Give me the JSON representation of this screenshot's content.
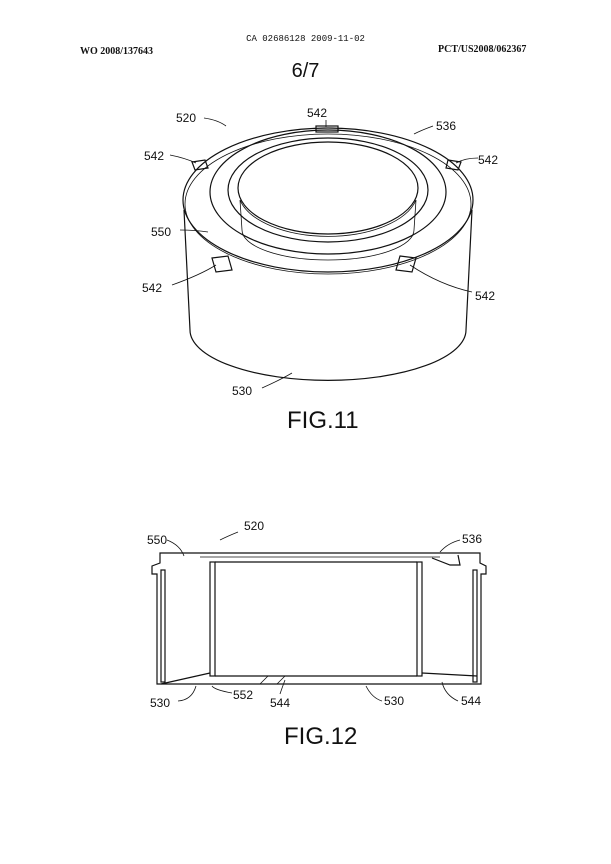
{
  "header": {
    "ca_number": "CA 02686128 2009-11-02",
    "wo_number": "WO 2008/137643",
    "pct_number": "PCT/US2008/062367",
    "sheet": "6/7"
  },
  "fig11": {
    "title": "FIG.11",
    "labels": {
      "l520": "520",
      "l536": "536",
      "l542_top": "542",
      "l542_left": "542",
      "l542_right": "542",
      "l550": "550",
      "l542_bl": "542",
      "l542_br": "542",
      "l530": "530"
    }
  },
  "fig12": {
    "title": "FIG.12",
    "labels": {
      "l520": "520",
      "l550": "550",
      "l536": "536",
      "l530_left": "530",
      "l552": "552",
      "l544_mid": "544",
      "l530_mid": "530",
      "l544_right": "544"
    }
  }
}
